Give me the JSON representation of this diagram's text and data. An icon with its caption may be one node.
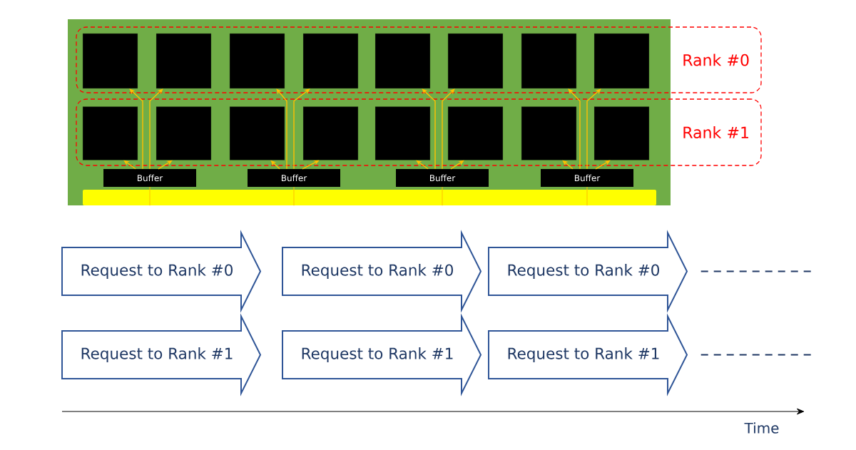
{
  "diagram": {
    "nodes": [
      {
        "text": [],
        "shape": "box"
      },
      {
        "text": [
          "Rank #0"
        ]
      },
      {
        "text": [
          "Rank #1"
        ]
      },
      {
        "text": [],
        "shape": "box",
        "in": 1
      },
      {
        "text": [],
        "shape": "box",
        "in": 1
      },
      {
        "text": [],
        "shape": "box",
        "in": 1
      },
      {
        "text": [],
        "shape": "box",
        "in": 1
      },
      {
        "text": [],
        "shape": "box",
        "in": 1
      },
      {
        "text": [],
        "shape": "box",
        "in": 1
      },
      {
        "text": [],
        "shape": "box",
        "in": 1
      },
      {
        "text": [],
        "shape": "box",
        "in": 1
      },
      {
        "text": [],
        "shape": "box",
        "in": 2
      },
      {
        "text": [],
        "shape": "box",
        "in": 2
      },
      {
        "text": [],
        "shape": "box",
        "in": 2
      },
      {
        "text": [],
        "shape": "box",
        "in": 2
      },
      {
        "text": [],
        "shape": "box",
        "in": 2
      },
      {
        "text": [],
        "shape": "box",
        "in": 2
      },
      {
        "text": [],
        "shape": "box",
        "in": 2
      },
      {
        "text": [],
        "shape": "box",
        "in": 2
      },
      {
        "text": [
          "Buffer"
        ],
        "in": 0
      },
      {
        "text": [
          "Buffer"
        ],
        "in": 0
      },
      {
        "text": [
          "Buffer"
        ],
        "in": 0
      },
      {
        "text": [
          "Buffer"
        ],
        "in": 0
      },
      {
        "text": [],
        "shape": "bar",
        "in": 0
      },
      {
        "text": [
          "Request to Rank #0"
        ]
      },
      {
        "text": [
          "Request to Rank #0"
        ]
      },
      {
        "text": [
          "Request to Rank #0"
        ]
      },
      {
        "text": [
          "Request to Rank #1"
        ]
      },
      {
        "text": [
          "Request to Rank #1"
        ]
      },
      {
        "text": [
          "Request to Rank #1"
        ]
      }
    ],
    "edges": [
      {
        "from": 19,
        "to": 3,
        "arrow": "to"
      },
      {
        "from": 19,
        "to": 4,
        "arrow": "to"
      },
      {
        "from": 19,
        "to": 11,
        "arrow": "to"
      },
      {
        "from": 19,
        "to": 12,
        "arrow": "to"
      },
      {
        "from": 19,
        "to": 23,
        "arrow": "none"
      },
      {
        "from": 20,
        "to": 5,
        "arrow": "to"
      },
      {
        "from": 20,
        "to": 6,
        "arrow": "to"
      },
      {
        "from": 20,
        "to": 13,
        "arrow": "to"
      },
      {
        "from": 20,
        "to": 14,
        "arrow": "to"
      },
      {
        "from": 20,
        "to": 23,
        "arrow": "none"
      },
      {
        "from": 21,
        "to": 7,
        "arrow": "to"
      },
      {
        "from": 21,
        "to": 8,
        "arrow": "to"
      },
      {
        "from": 21,
        "to": 15,
        "arrow": "to"
      },
      {
        "from": 21,
        "to": 16,
        "arrow": "to"
      },
      {
        "from": 21,
        "to": 23,
        "arrow": "none"
      },
      {
        "from": 22,
        "to": 9,
        "arrow": "to"
      },
      {
        "from": 22,
        "to": 10,
        "arrow": "to"
      },
      {
        "from": 22,
        "to": 17,
        "arrow": "to"
      },
      {
        "from": 22,
        "to": 18,
        "arrow": "to"
      },
      {
        "from": 22,
        "to": 23,
        "arrow": "none"
      },
      {
        "from": 26,
        "to": null,
        "arrow": "none",
        "style": "dashed",
        "color": "#203864"
      },
      {
        "from": 29,
        "to": null,
        "arrow": "none",
        "style": "dashed",
        "color": "#203864"
      }
    ],
    "labels": [
      "Time"
    ]
  }
}
